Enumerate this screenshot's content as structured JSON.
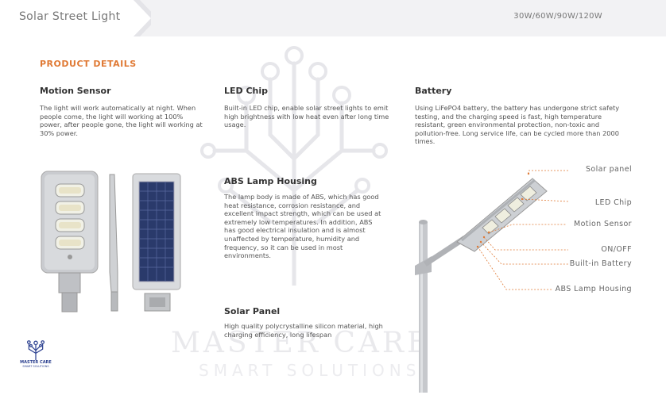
{
  "header": {
    "title": "Solar Street Light",
    "wattage": "30W/60W/90W/120W"
  },
  "section_title": "PRODUCT DETAILS",
  "features": {
    "motion": {
      "title": "Motion Sensor",
      "text": "The light will work automatically at night. When people come, the light will working at 100% power, after people gone, the light will working at 30% power."
    },
    "led": {
      "title": "LED Chip",
      "text": "Built-in LED chip, enable solar street lights to emit high brightness with low heat even after long time usage."
    },
    "battery": {
      "title": "Battery",
      "text": "Using LiFePO4 battery, the battery has undergone strict safety testing, and the charging speed is fast, high temperature resistant, green environmental protection, non-toxic and pollution-free. Long service life, can be cycled more than 2000 times."
    },
    "abs": {
      "title": "ABS Lamp Housing",
      "text": "The lamp body is made of ABS, which has good heat resistance, corrosion resistance, and excellent impact strength, which can be used at extremely low temperatures. In addition, ABS has good electrical insulation and is almost unaffected by temperature, humidity and frequency, so it can be used in most environments."
    },
    "solar": {
      "title": "Solar Panel",
      "text": "High quality polycrystalline silicon material, high charging efficiency, long lifespan"
    }
  },
  "diagram_labels": {
    "solar_panel": "Solar panel",
    "led_chip": "LED Chip",
    "motion_sensor": "Motion Sensor",
    "on_off": "ON/OFF",
    "battery": "Built-in Battery",
    "housing": "ABS Lamp Housing"
  },
  "watermark": {
    "line1": "MASTER CARE",
    "line2": "SMART SOLUTIONS"
  },
  "logo": {
    "name": "MASTER CARE",
    "tagline": "SMART SOLUTIONS"
  },
  "colors": {
    "accent": "#e07a35",
    "logo_blue": "#2a3f8f",
    "header_bg": "#f2f2f4"
  }
}
